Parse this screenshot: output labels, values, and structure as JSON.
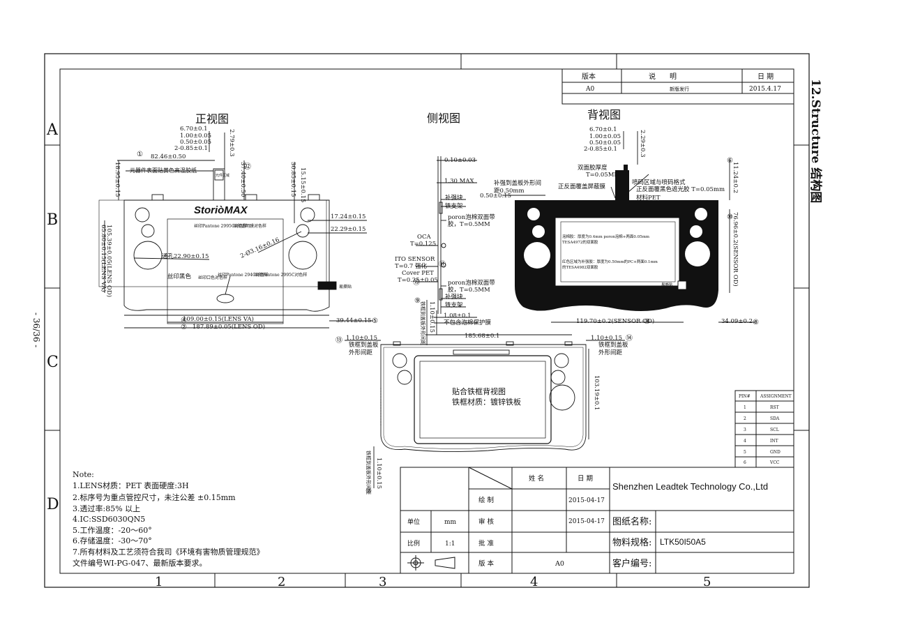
{
  "page_number": "- 36/36 -",
  "side_title": "12.Structure 结构图",
  "grid": {
    "rows": [
      "A",
      "B",
      "C",
      "D"
    ],
    "cols": [
      "1",
      "2",
      "3",
      "4",
      "5"
    ]
  },
  "revision_table": {
    "headers": [
      "版本",
      "说　　明",
      "日 期"
    ],
    "row": [
      "A0",
      "新版发行",
      "2015.4.17"
    ]
  },
  "views": {
    "front_title": "正视图",
    "side_title": "侧视图",
    "back_title": "背视图"
  },
  "front": {
    "logo": "StoriòMAX",
    "dims": {
      "d1": "6.70±0.1",
      "d2": "1.00±0.05",
      "d3": "0.50±0.05",
      "d4": "2-0.85±0.1",
      "d5": "2.79±0.3",
      "d6": "82.46±0.50",
      "d7": "18.95±0.15",
      "d8": "37.40±0.50",
      "d9": "30.85±0.15",
      "d10": "15.15±0.15",
      "d11": "17.24±0.15",
      "d12": "22.29±0.15",
      "d13": "65.80±0.15(LENS VA)",
      "d14": "105.39±0.05(LENS OD)",
      "d15": "2-Ø3.16±0.16",
      "d16": "通孔22.90±0.15",
      "d17": "109.00±0.15(LENS VA)",
      "d18": "187.89±0.05(LENS OD)",
      "d19": "39.44±0.15"
    },
    "notes": {
      "n1": "元器件表面贴黄色高温胶纸",
      "n2": "丝印Pantone 2995C对色样",
      "n3": "丝印透明膜对色样",
      "n4": "丝印黑色",
      "n5": "丝印口色对色样",
      "n6": "丝印Pantone 294C对色样",
      "n7": "丝印Pantone 2995C对色样",
      "n8": "易撕贴",
      "n9": "元件区域"
    }
  },
  "side": {
    "labels": {
      "s1": "0.10±0.03",
      "s2": "1.30 MAX",
      "s3": "补强块",
      "s4": "铁支架",
      "s5": "poron泡棉双面带",
      "s6": "胶，T=0.5MM",
      "s7": "OCA",
      "s8": "T=0.125",
      "s9": "ITO SENSOR",
      "s10": "T=0.7 强化",
      "s11": "Cover PET",
      "s12": "T=0.25±0.05",
      "s13": "poron泡棉双面带",
      "s14": "胶，T=0.5MM",
      "s15": "补强块",
      "s16": "铁支架",
      "s17": "1.08±0.1",
      "s18": "不包含泡棉保护膜",
      "s19": "1.10±0.15",
      "s20": "铁框到盖板外形间距"
    }
  },
  "back": {
    "dims": {
      "b1": "6.70±0.1",
      "b2": "1.00±0.05",
      "b3": "0.50±0.05",
      "b4": "2-0.85±0.1",
      "b5": "2.29±0.3",
      "b6": "11.24±0.2",
      "b7": "76.96±0.2(SENSOR OD)",
      "b8": "119.70±0.2(SENSOR OD)",
      "b9": "34.09±0.2"
    },
    "labels": {
      "l1": "补强到盖板外形间",
      "l2": "距0.50mm",
      "l3": "0.50±0.15",
      "l4": "双面胶厚度",
      "l5": "T=0.05MM",
      "l6": "喷码区域与喷码格式",
      "l7": "正反面覆盖屏蔽膜",
      "l8": "正反面覆黑色遮光胶 T=0.05mm",
      "l9": "材料PET",
      "l10": "泡棉胶：厚度为0.4mm poron泡棉+两面0.05mm",
      "l11": "TESA4972的双面胶",
      "l12": "红色区域为补强胶：厚度为0.50mm的PC+两面0.1mm",
      "l13": "的TESA4982双面胶",
      "l14": "易撕贴"
    }
  },
  "frame": {
    "title1": "贴合铁框背视图",
    "title2": "铁框材质：镀锌铁板",
    "w": "185.68±0.1",
    "h": "103.19±0.1",
    "left_gap": "1.10±0.15",
    "right_gap": "1.10±0.15",
    "gap_label1": "铁框到盖板",
    "gap_label2": "外形间距",
    "bottom_gap": "1.10±0.15",
    "bottom_label": "铁框到盖板外形间距"
  },
  "pins": {
    "headers": [
      "PIN#",
      "ASSIGNMENT"
    ],
    "rows": [
      [
        "1",
        "RST"
      ],
      [
        "2",
        "SDA"
      ],
      [
        "3",
        "SCL"
      ],
      [
        "4",
        "INT"
      ],
      [
        "5",
        "GND"
      ],
      [
        "6",
        "VCC"
      ]
    ]
  },
  "notes": {
    "title": "Note:",
    "lines": [
      "1.LENS材质：PET  表面硬度:3H",
      "2.标序号为重点管控尺寸，未注公差 ±0.15mm",
      "3.透过率:85% 以上",
      "4.IC:SSD6030QN5",
      "5.工作温度：-20～60°",
      "6.存储温度：-30～70°",
      "7.所有材料及工艺须符合我司《环境有害物质管理规范》",
      "文件编号WI-PG-047、最新版本要求。"
    ]
  },
  "title_block": {
    "name_hdr": "姓 名",
    "date_hdr": "日 期",
    "draw": "绘 制",
    "draw_date": "2015-04-17",
    "check": "审 核",
    "check_date": "2015-04-17",
    "approve": "批 准",
    "version_lbl": "版 本",
    "version_val": "A0",
    "unit_lbl": "单位",
    "unit_val": "mm",
    "scale_lbl": "比例",
    "scale_val": "1:1",
    "company": "Shenzhen Leadtek Technology Co.,Ltd",
    "drawing_name_lbl": "图纸名称:",
    "spec_lbl": "物料规格:",
    "spec_val": "LTK50I50A5",
    "customer_lbl": "客户编号:"
  },
  "circle_labels": [
    "①",
    "②",
    "③",
    "④",
    "⑤",
    "⑥",
    "⑦",
    "⑧",
    "⑨",
    "⑩",
    "⑪",
    "⑫",
    "⑬",
    "⑭",
    "⑮"
  ]
}
